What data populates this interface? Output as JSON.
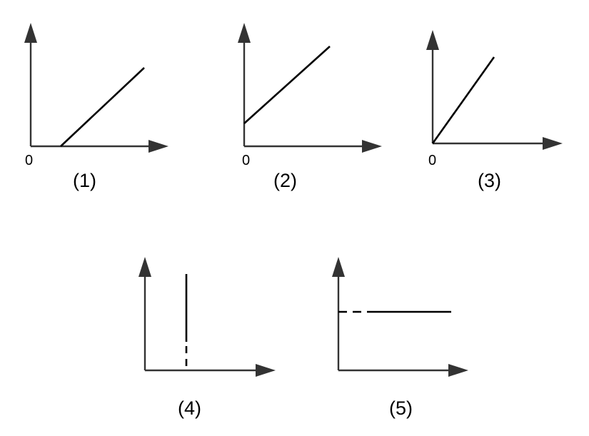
{
  "colors": {
    "axis": "#333333",
    "line": "#000000",
    "background": "#ffffff"
  },
  "panels": [
    {
      "id": "1",
      "caption": "(1)",
      "origin_label": "0"
    },
    {
      "id": "2",
      "caption": "(2)",
      "origin_label": "0"
    },
    {
      "id": "3",
      "caption": "(3)",
      "origin_label": "0"
    },
    {
      "id": "4",
      "caption": "(4)",
      "origin_label": ""
    },
    {
      "id": "5",
      "caption": "(5)",
      "origin_label": ""
    }
  ]
}
